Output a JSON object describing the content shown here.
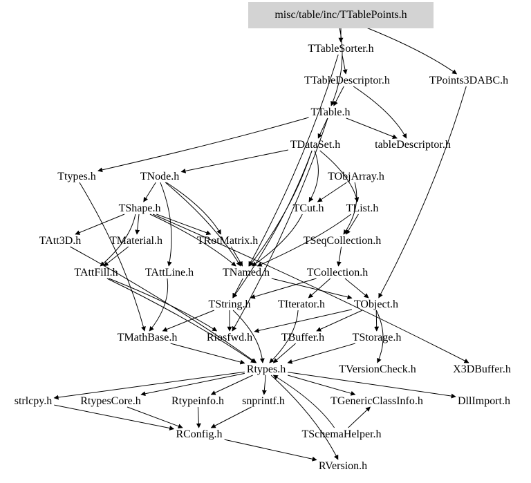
{
  "graph": {
    "root": "misc/table/inc/TTablePoints.h",
    "nodes": {
      "root": "misc/table/inc/TTablePoints.h",
      "TTableSorter": "TTableSorter.h",
      "TTableDescriptor": "TTableDescriptor.h",
      "TPoints3DABC": "TPoints3DABC.h",
      "TTable": "TTable.h",
      "TDataSet": "TDataSet.h",
      "tableDescriptor": "tableDescriptor.h",
      "Ttypes": "Ttypes.h",
      "TNode": "TNode.h",
      "TObjArray": "TObjArray.h",
      "TShape": "TShape.h",
      "TCut": "TCut.h",
      "TList": "TList.h",
      "TAtt3D": "TAtt3D.h",
      "TMaterial": "TMaterial.h",
      "TRotMatrix": "TRotMatrix.h",
      "TSeqCollection": "TSeqCollection.h",
      "TAttFill": "TAttFill.h",
      "TAttLine": "TAttLine.h",
      "TNamed": "TNamed.h",
      "TCollection": "TCollection.h",
      "TString": "TString.h",
      "TIterator": "TIterator.h",
      "TObject": "TObject.h",
      "TMathBase": "TMathBase.h",
      "Riosfwd": "Riosfwd.h",
      "TBuffer": "TBuffer.h",
      "TStorage": "TStorage.h",
      "Rtypes": "Rtypes.h",
      "TVersionCheck": "TVersionCheck.h",
      "X3DBuffer": "X3DBuffer.h",
      "strlcpy": "strlcpy.h",
      "RtypesCore": "RtypesCore.h",
      "Rtypeinfo": "Rtypeinfo.h",
      "snprintf": "snprintf.h",
      "TGenericClassInfo": "TGenericClassInfo.h",
      "DllImport": "DllImport.h",
      "RConfig": "RConfig.h",
      "TSchemaHelper": "TSchemaHelper.h",
      "RVersion": "RVersion.h"
    }
  }
}
